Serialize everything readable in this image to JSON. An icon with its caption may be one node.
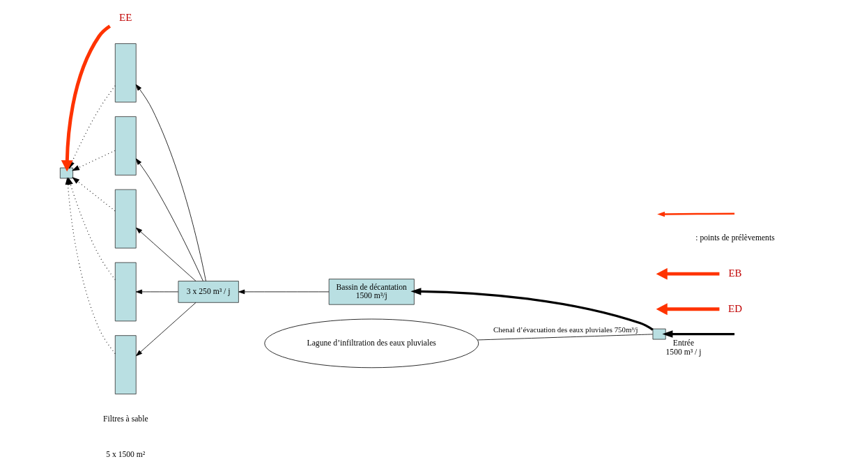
{
  "diagram": {
    "nodes": [
      {
        "text": [],
        "shape": "box",
        "beside": [
          "Entrée",
          "1500 m³ / j"
        ]
      },
      {
        "text": [
          "Bassin de décantation",
          "1500 m³/j"
        ]
      },
      {
        "text": [
          "3 x 250 m³ / j"
        ]
      },
      {
        "text": [
          "ED"
        ]
      },
      {
        "text": [
          "EB"
        ]
      },
      {
        "text": [],
        "shape": "box"
      },
      {
        "text": [],
        "shape": "box"
      },
      {
        "text": [],
        "shape": "box"
      },
      {
        "text": [],
        "shape": "box"
      },
      {
        "text": [],
        "shape": "box"
      },
      {
        "text": [
          "EE"
        ]
      },
      {
        "text": [],
        "shape": "box"
      },
      {
        "text": [
          "Lagune d’infiltration des eaux pluviales"
        ]
      }
    ],
    "edges": [
      {
        "from": null,
        "to": 0,
        "arrow": "to",
        "style": "thick"
      },
      {
        "from": 0,
        "to": 1,
        "arrow": "to",
        "style": "thick"
      },
      {
        "from": 1,
        "to": 2,
        "arrow": "to"
      },
      {
        "from": 2,
        "to": 5,
        "arrow": "to"
      },
      {
        "from": 2,
        "to": 6,
        "arrow": "to"
      },
      {
        "from": 2,
        "to": 7,
        "arrow": "to"
      },
      {
        "from": 2,
        "to": 8,
        "arrow": "to"
      },
      {
        "from": 2,
        "to": 9,
        "arrow": "to"
      },
      {
        "from": 5,
        "to": 11,
        "arrow": "to",
        "style": "dashed"
      },
      {
        "from": 6,
        "to": 11,
        "arrow": "to",
        "style": "dashed"
      },
      {
        "from": 7,
        "to": 11,
        "arrow": "to",
        "style": "dashed"
      },
      {
        "from": 8,
        "to": 11,
        "arrow": "to",
        "style": "dashed"
      },
      {
        "from": 9,
        "to": 11,
        "arrow": "to",
        "style": "dashed"
      },
      {
        "from": 0,
        "to": 12,
        "arrow": "none",
        "label": "Chenal d’évacuation des eaux pluviales 750m³/j"
      },
      {
        "from": 4,
        "to": null,
        "arrow": "to",
        "style": "thick",
        "color": "#ff3300"
      },
      {
        "from": 3,
        "to": null,
        "arrow": "to",
        "style": "thick",
        "color": "#ff3300"
      },
      {
        "from": 10,
        "to": 11,
        "arrow": "to",
        "style": "thick",
        "color": "#ff3300"
      }
    ],
    "labels": [
      "Filtres à sable",
      "5 x 1500 m²"
    ],
    "legend": [
      {
        "text": ": points de prélèvements"
      }
    ]
  }
}
